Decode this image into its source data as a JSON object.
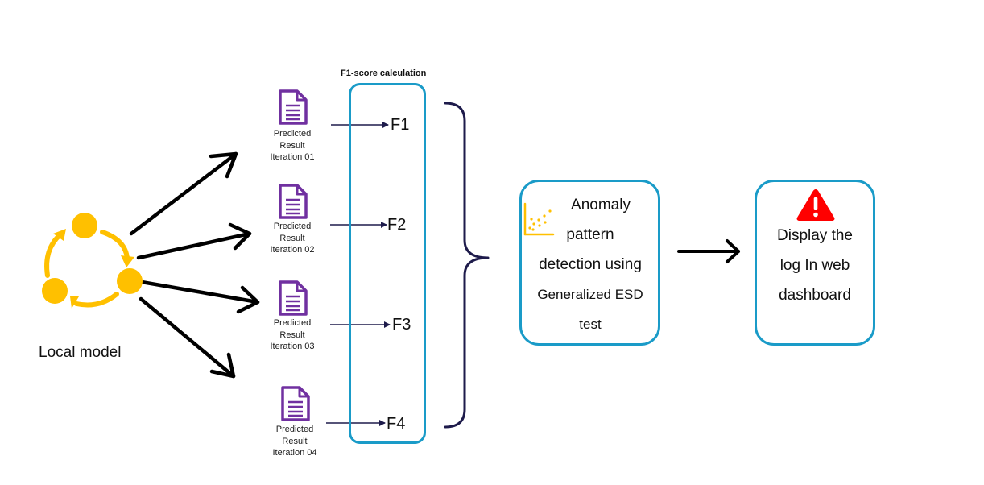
{
  "local_model": {
    "label": "Local model",
    "icon": "cycle-icon",
    "color": "#ffc000"
  },
  "f1_section": {
    "title": "F1-score calculation",
    "box_color": "#1a9bc8",
    "scores": [
      "F1",
      "F2",
      "F3",
      "F4"
    ]
  },
  "predicted_results": [
    {
      "line1": "Predicted",
      "line2": "Result",
      "line3": "Iteration 01"
    },
    {
      "line1": "Predicted",
      "line2": "Result",
      "line3": "Iteration 02"
    },
    {
      "line1": "Predicted",
      "line2": "Result",
      "line3": "Iteration 03"
    },
    {
      "line1": "Predicted",
      "line2": "Result",
      "line3": "Iteration 04"
    }
  ],
  "document_icon": {
    "name": "document-icon",
    "color": "#7030a0"
  },
  "anomaly_step": {
    "icon": "scatter-chart-icon",
    "icon_color": "#ffc000",
    "lines": [
      "Anomaly",
      "pattern",
      "detection using",
      "Generalized ESD",
      "test"
    ]
  },
  "display_step": {
    "icon": "warning-icon",
    "icon_color": "#ff0000",
    "lines": [
      "Display the",
      "log In web",
      "dashboard"
    ]
  }
}
